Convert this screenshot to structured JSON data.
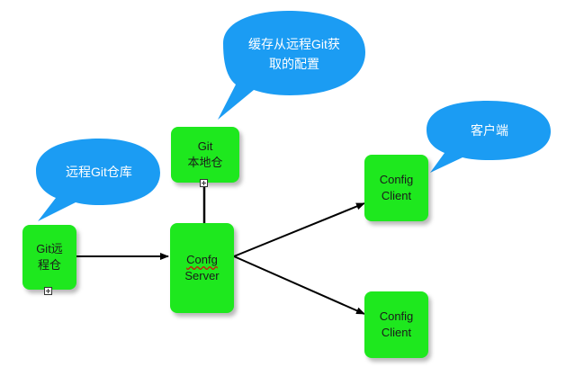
{
  "colors": {
    "node_fill": "#1ee81e",
    "callout_fill": "#1b9cf3",
    "edge": "#000000",
    "spellcheck": "#d01010"
  },
  "nodes": {
    "git_remote": {
      "line1": "Git远",
      "line2": "程仓"
    },
    "git_local": {
      "line1": "Git",
      "line2": "本地仓"
    },
    "config_server": {
      "line1": "Confg",
      "line2": "Server"
    },
    "config_client_top": {
      "line1": "Config",
      "line2": "Client"
    },
    "config_client_bottom": {
      "line1": "Config",
      "line2": "Client"
    }
  },
  "callouts": {
    "remote_repo": {
      "text": "远程Git仓库"
    },
    "cache": {
      "line1": "缓存从远程Git获",
      "line2": "取的配置"
    },
    "client": {
      "text": "客户端"
    }
  },
  "expander_icon": "plus-square-icon"
}
